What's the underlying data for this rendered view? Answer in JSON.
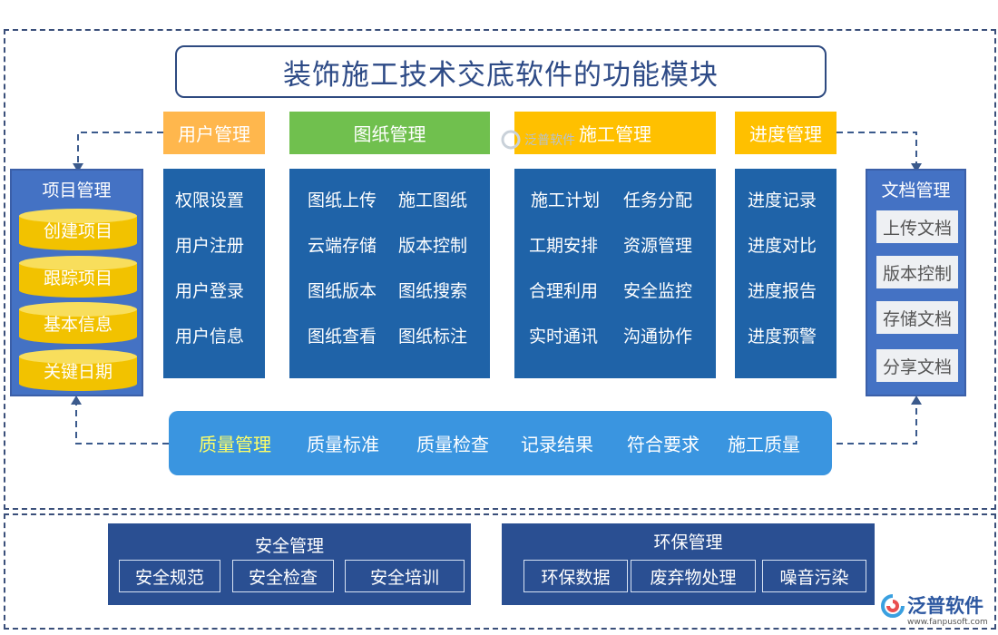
{
  "title": "装饰施工技术交底软件的功能模块",
  "modules": {
    "user": {
      "title": "用户管理",
      "items": [
        "权限设置",
        "用户注册",
        "用户登录",
        "用户信息"
      ]
    },
    "drawing": {
      "title": "图纸管理",
      "items": [
        "图纸上传",
        "施工图纸",
        "云端存储",
        "版本控制",
        "图纸版本",
        "图纸搜索",
        "图纸查看",
        "图纸标注"
      ]
    },
    "construction": {
      "title": "施工管理",
      "items": [
        "施工计划",
        "任务分配",
        "工期安排",
        "资源管理",
        "合理利用",
        "安全监控",
        "实时通讯",
        "沟通协作"
      ]
    },
    "progress": {
      "title": "进度管理",
      "items": [
        "进度记录",
        "进度对比",
        "进度报告",
        "进度预警"
      ]
    },
    "project": {
      "title": "项目管理",
      "items": [
        "创建项目",
        "跟踪项目",
        "基本信息",
        "关键日期"
      ]
    },
    "document": {
      "title": "文档管理",
      "items": [
        "上传文档",
        "版本控制",
        "存储文档",
        "分享文档"
      ]
    },
    "quality": {
      "title": "质量管理",
      "items": [
        "质量标准",
        "质量检查",
        "记录结果",
        "符合要求",
        "施工质量"
      ]
    },
    "safety": {
      "title": "安全管理",
      "items": [
        "安全规范",
        "安全检查",
        "安全培训"
      ]
    },
    "environment": {
      "title": "环保管理",
      "items": [
        "环保数据",
        "废弃物处理",
        "噪音污染"
      ]
    }
  },
  "watermark": {
    "text": "泛普软件"
  },
  "logo": {
    "text": "泛普软件",
    "url": "www.fanpusoft.com"
  },
  "colors": {
    "header_user": "#ffb74d",
    "header_drawing": "#70c04e",
    "header_construction": "#ffc000",
    "header_progress": "#ffc000",
    "panel": "#1f63a8",
    "side": "#4472c4",
    "quality_bar": "#3a95e0",
    "quality_title": "#ffff66",
    "bottom": "#2a4f92",
    "cylinder": "#f2c200"
  }
}
